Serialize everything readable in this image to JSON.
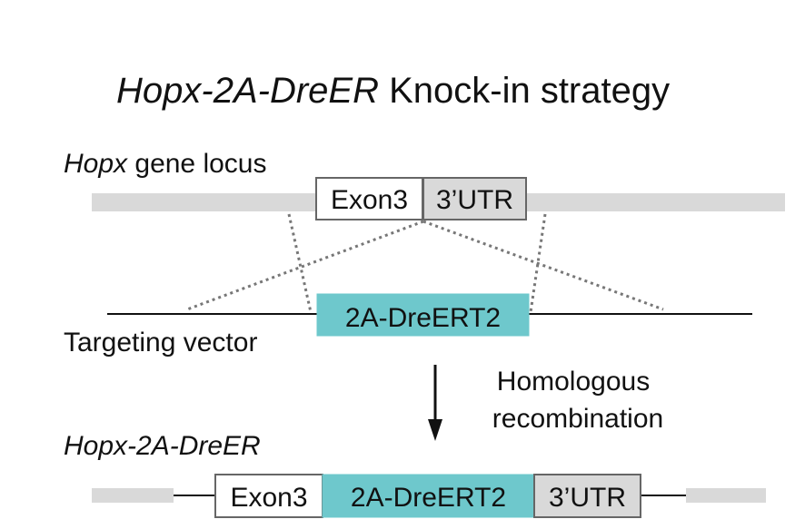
{
  "title": {
    "italic": "Hopx-2A-DreER",
    "rest": " Knock-in strategy"
  },
  "gene_locus": {
    "label_italic": "Hopx",
    "label_rest": " gene locus",
    "exon": "Exon3",
    "utr": "3’UTR"
  },
  "targeting_vector": {
    "label": "Targeting vector",
    "cassette": "2A-DreERT2"
  },
  "step": {
    "line1": "Homologous",
    "line2": "recombination"
  },
  "result": {
    "label": "Hopx-2A-DreER",
    "exon": "Exon3",
    "cassette": "2A-DreERT2",
    "utr": "3’UTR"
  },
  "colors": {
    "chromosome": "#d9d9d9",
    "exon_fill": "#ffffff",
    "utr_fill": "#d9d9d9",
    "cassette_fill": "#6ec8cc",
    "box_border": "#666666",
    "line": "#111111",
    "dotted": "#777777"
  }
}
